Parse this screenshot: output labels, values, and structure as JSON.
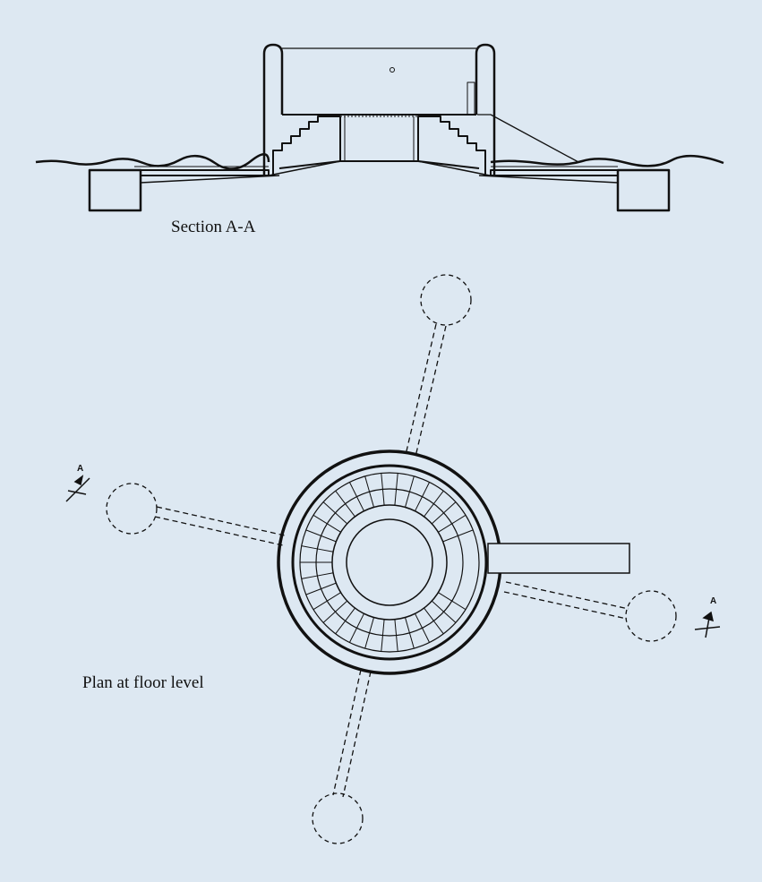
{
  "section": {
    "caption": "Section A-A"
  },
  "plan": {
    "caption": "Plan at floor level"
  },
  "section_marks": {
    "left": "A",
    "right": "A"
  },
  "colors": {
    "background": "#dde8f2",
    "line": "#111111"
  }
}
